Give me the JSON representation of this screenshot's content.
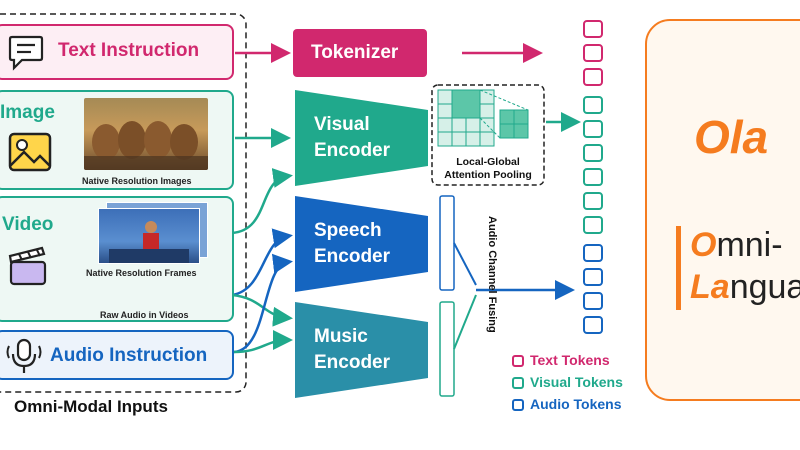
{
  "inputs": {
    "group_label": "Omni-Modal Inputs",
    "text_instruction": "Text Instruction",
    "image": {
      "label": "Image",
      "caption": "Native Resolution Images"
    },
    "video": {
      "label": "Video",
      "frames_caption": "Native Resolution Frames",
      "audio_caption": "Raw Audio in Videos"
    },
    "audio_instruction": "Audio Instruction"
  },
  "modules": {
    "tokenizer": "Tokenizer",
    "visual_encoder": [
      "Visual",
      "Encoder"
    ],
    "speech_encoder": [
      "Speech",
      "Encoder"
    ],
    "music_encoder": [
      "Music",
      "Encoder"
    ],
    "pooling": [
      "Local-Global",
      "Attention Pooling"
    ],
    "fusing": "Audio Channel Fusing"
  },
  "legend": {
    "text_tokens": "Text Tokens",
    "visual_tokens": "Visual Tokens",
    "audio_tokens": "Audio Tokens"
  },
  "model": {
    "name": "Ola",
    "line1_initial": "O",
    "line1_rest": "mni-",
    "line2_initial": "La",
    "line2_rest": "ngua"
  },
  "colors": {
    "text": "#d1286e",
    "visual": "#20a98c",
    "audio": "#1565c0",
    "music": "#2a8fa8",
    "ola": "#f57c1f"
  }
}
